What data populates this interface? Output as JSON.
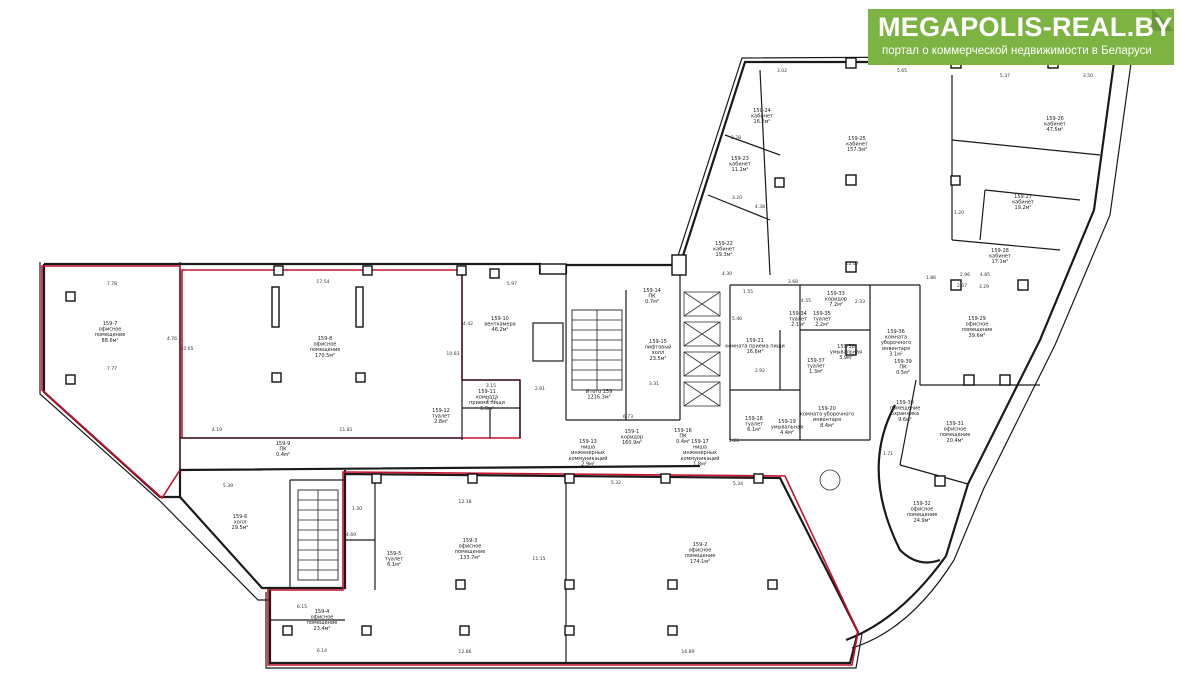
{
  "logo": {
    "title": "MEGAPOLIS-REAL.BY",
    "subtitle": "портал о коммерческой недвижимости в Беларуси"
  },
  "rooms": [
    {
      "id": "r7",
      "lines": [
        "159-7",
        "офисное",
        "помещение",
        "88.6м²"
      ]
    },
    {
      "id": "r8",
      "lines": [
        "159-8",
        "офисное",
        "помещение",
        "170.5м²"
      ]
    },
    {
      "id": "r10",
      "lines": [
        "159-10",
        "венткамера",
        "46.2м²"
      ]
    },
    {
      "id": "r11",
      "lines": [
        "159-11",
        "комната",
        "приема пищи",
        "6.0м²"
      ]
    },
    {
      "id": "r12",
      "lines": [
        "159-12",
        "туалет",
        "2.8м²"
      ]
    },
    {
      "id": "r9",
      "lines": [
        "159-9",
        "ПК",
        "0.4м²"
      ]
    },
    {
      "id": "r6",
      "lines": [
        "159-6",
        "холл",
        "29.5м²"
      ]
    },
    {
      "id": "r5",
      "lines": [
        "159-5",
        "туалет",
        "6.1м²"
      ]
    },
    {
      "id": "r3",
      "lines": [
        "159-3",
        "офисное",
        "помещение",
        "133.7м²"
      ]
    },
    {
      "id": "r2",
      "lines": [
        "159-2",
        "офисное",
        "помещение",
        "174.1м²"
      ]
    },
    {
      "id": "r4",
      "lines": [
        "159-4",
        "офисное",
        "помещение",
        "23.4м²"
      ]
    },
    {
      "id": "r13",
      "lines": [
        "159-13",
        "ниша",
        "инженерных",
        "коммуникаций",
        "2.9м²"
      ]
    },
    {
      "id": "r1",
      "lines": [
        "159-1",
        "коридор",
        "160.9м²"
      ]
    },
    {
      "id": "r15",
      "lines": [
        "159-15",
        "лифтовый",
        "холл",
        "23.5м²"
      ]
    },
    {
      "id": "r14",
      "lines": [
        "159-14",
        "ПК",
        "0.7м²"
      ]
    },
    {
      "id": "r16",
      "lines": [
        "159-16",
        "ПК",
        "0.4м²"
      ]
    },
    {
      "id": "r17",
      "lines": [
        "159-17",
        "ниша",
        "инженерных",
        "коммуникаций",
        "1.8м²"
      ]
    },
    {
      "id": "r18",
      "lines": [
        "159-18",
        "туалет",
        "6.1м²"
      ]
    },
    {
      "id": "r19",
      "lines": [
        "159-19",
        "умывальная",
        "4.4м²"
      ]
    },
    {
      "id": "r20",
      "lines": [
        "159-20",
        "комната уборочного",
        "инвентаря",
        "8.4м²"
      ]
    },
    {
      "id": "r21",
      "lines": [
        "159-21",
        "комната приема пищи",
        "16.6м²"
      ]
    },
    {
      "id": "r22",
      "lines": [
        "159-22",
        "кабинет",
        "19.3м²"
      ]
    },
    {
      "id": "r23",
      "lines": [
        "159-23",
        "кабинет",
        "11.1м²"
      ]
    },
    {
      "id": "r24",
      "lines": [
        "159-24",
        "кабинет",
        "16.2м²"
      ]
    },
    {
      "id": "r25",
      "lines": [
        "159-25",
        "кабинет",
        "157.3м²"
      ]
    },
    {
      "id": "r26",
      "lines": [
        "159-26",
        "кабинет",
        "47.5м²"
      ]
    },
    {
      "id": "r27",
      "lines": [
        "159-27",
        "кабинет",
        "19.2м²"
      ]
    },
    {
      "id": "r28",
      "lines": [
        "159-28",
        "кабинет",
        "17.1м²"
      ]
    },
    {
      "id": "r29",
      "lines": [
        "159-29",
        "офисное",
        "помещение",
        "39.6м²"
      ]
    },
    {
      "id": "r30",
      "lines": [
        "159-30",
        "помещение",
        "охранника",
        "9.6м²"
      ]
    },
    {
      "id": "r31",
      "lines": [
        "159-31",
        "офисное",
        "помещение",
        "20.4м²"
      ]
    },
    {
      "id": "r32",
      "lines": [
        "159-32",
        "офисное",
        "помещение",
        "24.9м²"
      ]
    },
    {
      "id": "r33",
      "lines": [
        "159-33",
        "коридор",
        "7.2м²"
      ]
    },
    {
      "id": "r34",
      "lines": [
        "159-34",
        "туалет",
        "2.1м²"
      ]
    },
    {
      "id": "r35",
      "lines": [
        "159-35",
        "туалет",
        "2.2м²"
      ]
    },
    {
      "id": "r36",
      "lines": [
        "159-36",
        "комната",
        "уборочного",
        "инвентаря",
        "3.1м²"
      ]
    },
    {
      "id": "r37",
      "lines": [
        "159-37",
        "туалет",
        "1.3м²"
      ]
    },
    {
      "id": "r38",
      "lines": [
        "159-38",
        "умывальная",
        "3.9м²"
      ]
    },
    {
      "id": "r39",
      "lines": [
        "159-39",
        "ПК",
        "0.5м²"
      ]
    }
  ],
  "total": {
    "lines": [
      "Итого 159",
      "1216.3м²"
    ]
  },
  "dimensions": [
    "7.78",
    "17.54",
    "5.97",
    "3.02",
    "5.65",
    "5.37",
    "3.50",
    "4.76",
    "10.65",
    "10.83",
    "4.42",
    "7.77",
    "4.19",
    "11.81",
    "5.39",
    "12.18",
    "5.32",
    "5.34",
    "6.15",
    "6.14",
    "12.86",
    "16.89",
    "3.15",
    "3.37",
    "4.30",
    "12.07",
    "3.68",
    "2.33",
    "4.55",
    "1.55",
    "2.26",
    "3.31",
    "2.61",
    "6.73",
    "5.46",
    "2.92",
    "1.86",
    "2.07",
    "3.29",
    "4.85",
    "4.38",
    "3.28",
    "3.20",
    "1.20",
    "2.96",
    "1.71",
    "11.15",
    "1.30",
    "4.69"
  ]
}
